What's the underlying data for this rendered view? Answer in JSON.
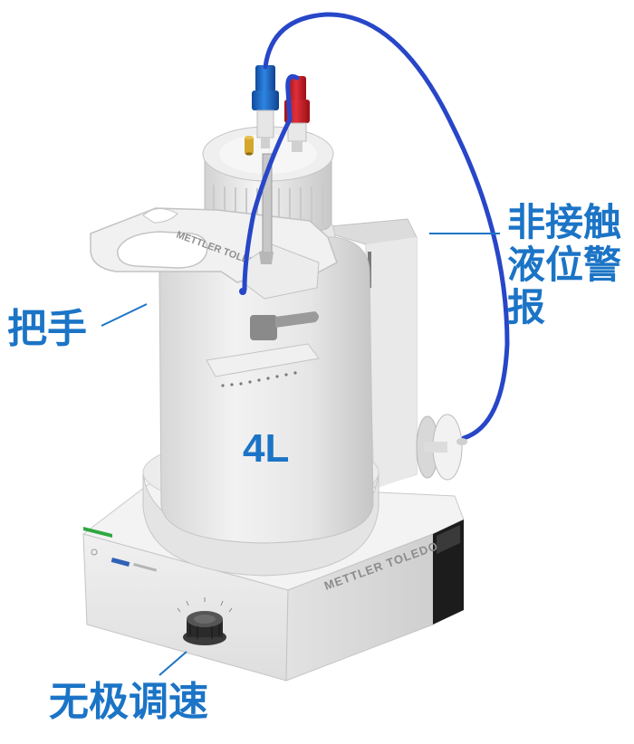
{
  "image": {
    "alt": "METTLER TOLEDO solvent bottle stand with non-contact liquid level alarm",
    "brand_text_stand": "METTLER TOLEDO",
    "brand_text_base": "METTLER TOLEDO",
    "colors": {
      "callout_blue": "#1b74c6",
      "tube_blue": "#2746c8",
      "cap_red": "#d21a22",
      "fitting_blue": "#1d6fd1",
      "base_dark": "#1c1c1c",
      "status_green": "#2ea83f"
    }
  },
  "callouts": {
    "handle": "把手",
    "level_alarm": "非接触液位警报",
    "speed": "无极调速",
    "volume": "4L"
  }
}
